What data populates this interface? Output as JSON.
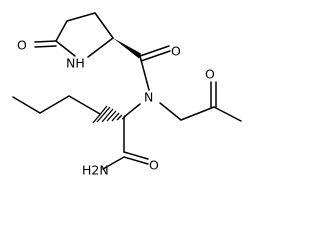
{
  "structure": {
    "atoms": {
      "ring_oxygen": "O",
      "ring_nh": "NH",
      "amide_oxygen_top": "O",
      "ketone_oxygen": "O",
      "tertiary_n": "N",
      "amide_oxygen_bottom": "O",
      "amide_nh2": "H2N"
    }
  },
  "colors": {
    "bonds": "#000000",
    "labels": "#000000",
    "background": "#ffffff"
  }
}
